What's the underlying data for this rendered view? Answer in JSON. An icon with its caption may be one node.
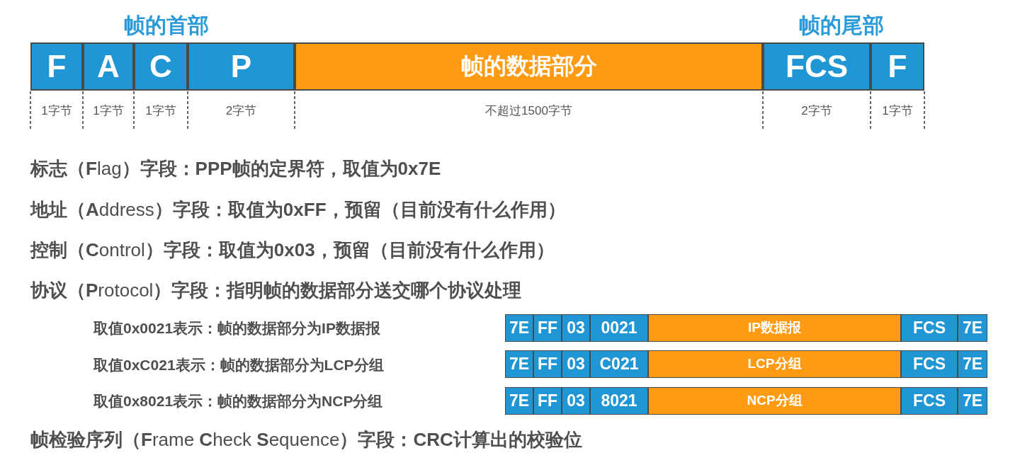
{
  "diagram": {
    "nodes": [
      {
        "text": [
          "F"
        ],
        "beside": [
          "1字节"
        ]
      },
      {
        "text": [
          "A"
        ],
        "beside": [
          "1字节"
        ]
      },
      {
        "text": [
          "C"
        ],
        "beside": [
          "1字节"
        ]
      },
      {
        "text": [
          "P"
        ],
        "beside": [
          "2字节"
        ]
      },
      {
        "text": [
          "帧的数据部分"
        ],
        "beside": [
          "不超过1500字节"
        ]
      },
      {
        "text": [
          "FCS"
        ],
        "beside": [
          "2字节"
        ]
      },
      {
        "text": [
          "F"
        ],
        "beside": [
          "1字节"
        ]
      },
      {
        "text": [
          "7E"
        ]
      },
      {
        "text": [
          "FF"
        ]
      },
      {
        "text": [
          "03"
        ]
      },
      {
        "text": [
          "0021"
        ]
      },
      {
        "text": [
          "IP数据报"
        ]
      },
      {
        "text": [
          "FCS"
        ]
      },
      {
        "text": [
          "7E"
        ]
      },
      {
        "text": [
          "7E"
        ]
      },
      {
        "text": [
          "FF"
        ]
      },
      {
        "text": [
          "03"
        ]
      },
      {
        "text": [
          "C021"
        ]
      },
      {
        "text": [
          "LCP分组"
        ]
      },
      {
        "text": [
          "FCS"
        ]
      },
      {
        "text": [
          "7E"
        ]
      },
      {
        "text": [
          "7E"
        ]
      },
      {
        "text": [
          "FF"
        ]
      },
      {
        "text": [
          "03"
        ]
      },
      {
        "text": [
          "8021"
        ]
      },
      {
        "text": [
          "NCP分组"
        ]
      },
      {
        "text": [
          "FCS"
        ]
      },
      {
        "text": [
          "7E"
        ]
      }
    ],
    "labels": [
      "帧的首部",
      "帧的尾部",
      "**标志（F**lag**）字段：PPP帧的定界符，取值为0x7E**",
      "**地址（A**ddress**）字段：取值为0xFF，预留（目前没有什么作用）**",
      "**控制（C**ontrol**）字段：取值为0x03，预留（目前没有什么作用）**",
      "**协议（P**rotocol**）字段：指明帧的数据部分送交哪个协议处理**",
      "取值0x0021表示：帧的数据部分为IP数据报",
      "取值0xC021表示：帧的数据部分为LCP分组",
      "取值0x8021表示：帧的数据部分为NCP分组",
      "**帧检验序列（F**rame **C**heck **S**equence**）字段：CRC计算出的校验位**"
    ]
  }
}
